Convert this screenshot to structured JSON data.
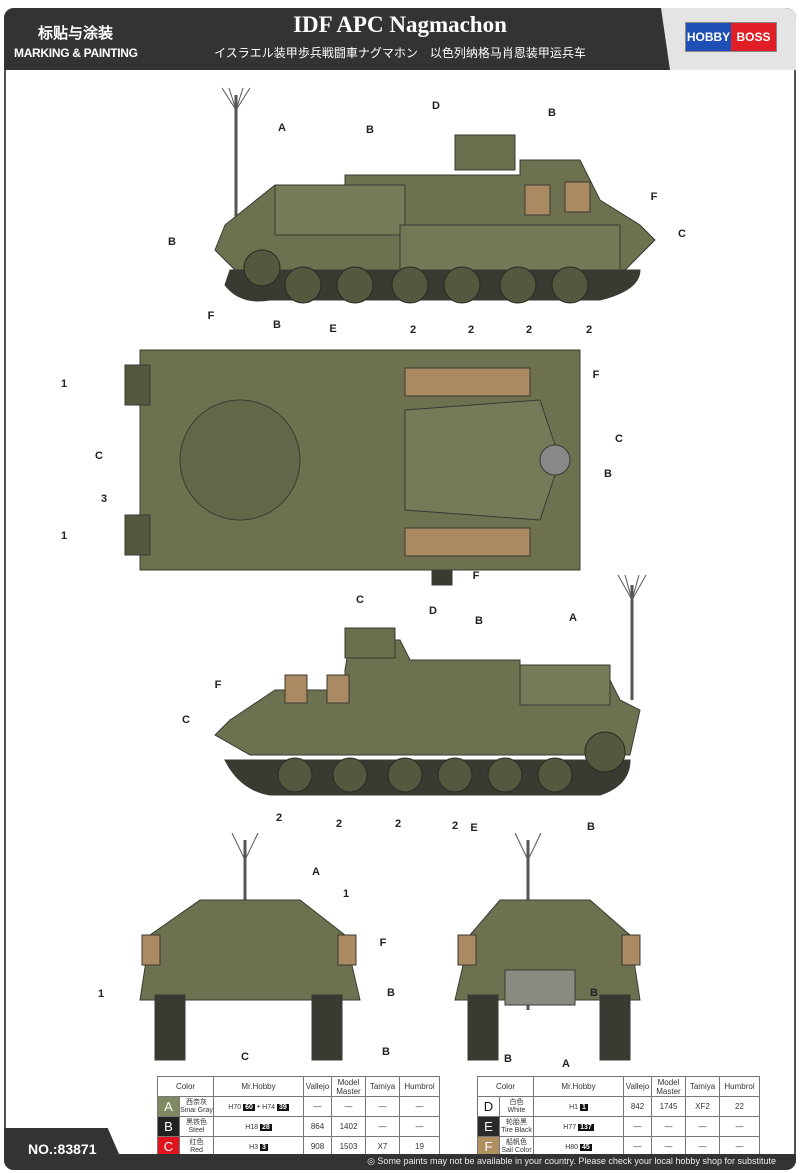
{
  "header": {
    "cn_title": "标贴与涂装",
    "en_subtitle": "MARKING & PAINTING",
    "title": "IDF APC Nagmachon",
    "jp_cn_subtitle": "イスラエル装甲歩兵戦闘車ナグマホン　以色列纳格马肖恩装甲运兵车",
    "logo": {
      "left": "HOBBY",
      "right": "BOSS",
      "left_color": "#1f4fb5",
      "right_color": "#e01e25"
    }
  },
  "callouts": {
    "side_left": [
      "A",
      "B",
      "D",
      "B",
      "F",
      "C",
      "B",
      "B",
      "E",
      "2",
      "2",
      "2",
      "2"
    ],
    "top": [
      "F",
      "F",
      "1",
      "C",
      "C",
      "B",
      "3",
      "1",
      "C",
      "F"
    ],
    "side_right": [
      "D",
      "B",
      "A",
      "F",
      "C",
      "2",
      "2",
      "2",
      "2",
      "E",
      "B"
    ],
    "front_rear": [
      "A",
      "1",
      "F",
      "B",
      "1",
      "B",
      "C",
      "B",
      "B",
      "A"
    ]
  },
  "colors_vehicle": {
    "olive": "#6d7150",
    "dark": "#3a3a32",
    "sand": "#a98a62"
  },
  "table": {
    "headers": [
      "Color",
      "Mr.Hobby",
      "Vallejo",
      "Model Master",
      "Tamiya",
      "Humbrol"
    ],
    "left_rows": [
      {
        "letter": "A",
        "swatch": "#7f8a62",
        "cn": "西奈灰",
        "en": "Sinai Gray",
        "mrhobby": [
          "70",
          "60",
          "74",
          "39"
        ],
        "vallejo": "—",
        "model_master": "—",
        "tamiya": "—",
        "humbrol": "—"
      },
      {
        "letter": "B",
        "swatch": "#222222",
        "cn": "黑铁色",
        "en": "Steel",
        "mrhobby": [
          "18",
          "28"
        ],
        "vallejo": "864",
        "model_master": "1402",
        "tamiya": "—",
        "humbrol": "—"
      },
      {
        "letter": "C",
        "swatch": "#e0141e",
        "cn": "红色",
        "en": "Red",
        "mrhobby": [
          "3",
          "3"
        ],
        "vallejo": "908",
        "model_master": "1503",
        "tamiya": "X7",
        "humbrol": "19"
      }
    ],
    "right_rows": [
      {
        "letter": "D",
        "swatch": "#ffffff",
        "cn": "白色",
        "en": "White",
        "mrhobby": [
          "1",
          "1"
        ],
        "vallejo": "842",
        "model_master": "1745",
        "tamiya": "XF2",
        "humbrol": "22"
      },
      {
        "letter": "E",
        "swatch": "#2a2a2a",
        "cn": "轮胎黑",
        "en": "Tire Black",
        "mrhobby": [
          "77",
          "137"
        ],
        "vallejo": "—",
        "model_master": "—",
        "tamiya": "—",
        "humbrol": "—"
      },
      {
        "letter": "F",
        "swatch": "#b09060",
        "cn": "船帆色",
        "en": "Sail Color",
        "mrhobby": [
          "80",
          "45"
        ],
        "vallejo": "—",
        "model_master": "—",
        "tamiya": "—",
        "humbrol": "—"
      }
    ]
  },
  "footer": {
    "kit_number": "NO.:83871",
    "note": "◎ Some paints may not be available in your country. Please check your local hobby shop for substitute"
  }
}
